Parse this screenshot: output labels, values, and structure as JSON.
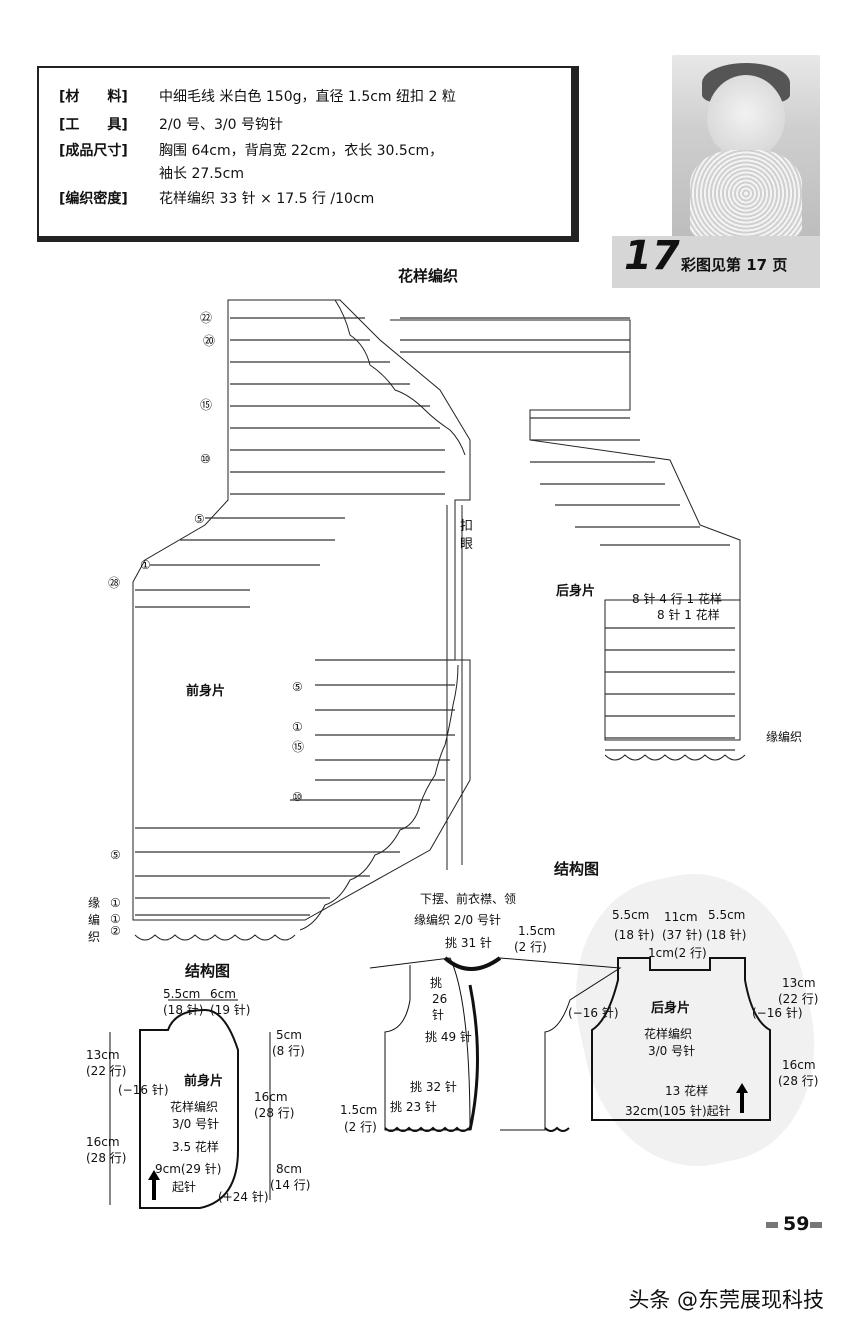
{
  "materials": [
    {
      "label": "[材　　料]",
      "value": "中细毛线  米白色 150g，直径 1.5cm 纽扣 2 粒"
    },
    {
      "label": "[工　　具]",
      "value": "2/0 号、3/0 号钩针"
    },
    {
      "label": "[成品尺寸]",
      "value": "胸围 64cm，背肩宽 22cm，衣长 30.5cm，"
    },
    {
      "label": "",
      "value": "袖长 27.5cm"
    },
    {
      "label": "[编织密度]",
      "value": "花样编织  33 针 × 17.5 行 /10cm"
    }
  ],
  "project_number": "17",
  "color_ref": "彩图见第 17 页",
  "pattern_title": "花样编织",
  "buttonhole_label": "扣眼",
  "front_label": "前身片",
  "back_label": "后身片",
  "back_repeat_1": "8 针 4 行 1 花样",
  "back_repeat_2": "8 针 1 花样",
  "edge_label": "缘编织",
  "edge_label_chars": [
    "缘",
    "编",
    "织"
  ],
  "row_markers_left": [
    "㉒",
    "⑳",
    "⑮",
    "⑩",
    "⑤",
    "①",
    "㉘",
    "⑤",
    "①",
    "⑮",
    "⑩",
    "⑤",
    "①",
    "①",
    "②"
  ],
  "structure_title": "结构图",
  "front_struct": {
    "top_w1": "5.5cm",
    "top_w1_rows": "(18 针)",
    "top_w2": "6cm",
    "top_w2_rows": "(19 针)",
    "left_h1": "13cm",
    "left_h1_rows": "(22 行)",
    "dec": "(−16 针)",
    "left_h2": "16cm",
    "left_h2_rows": "(28 行)",
    "right_h1": "5cm",
    "right_h1_rows": "(8 行)",
    "right_h2": "16cm",
    "right_h2_rows": "(28 行)",
    "right_h3": "8cm",
    "right_h3_rows": "(14 行)",
    "name": "前身片",
    "pattern": "花样编织",
    "hook": "3/0 号针",
    "repeats": "3.5 花样",
    "start": "9cm(29 针)",
    "start2": "起针",
    "inc": "(+24 针)"
  },
  "assembly": {
    "title": "结构图",
    "sub1": "下摆、前衣襟、领",
    "sub2": "缘编织 2/0 号针",
    "band": "1.5cm",
    "band_rows": "(2 行)",
    "pick1": "挑 31 针",
    "pick2": "挑",
    "pick2b": "26",
    "pick2c": "针",
    "pick3": "挑 49 针",
    "pick4": "挑 32 针",
    "pick5": "挑 23 针",
    "hem": "1.5cm",
    "hem_rows": "(2 行)"
  },
  "back_struct": {
    "w1": "5.5cm",
    "w1_rows": "(18 针)",
    "w2": "11cm",
    "w2_rows": "(37 针)",
    "w3": "5.5cm",
    "w3_rows": "(18 针)",
    "neck": "1cm(2 行)",
    "dec_l": "(−16 针)",
    "dec_r": "(−16 针)",
    "h1": "13cm",
    "h1_rows": "(22 行)",
    "h2": "16cm",
    "h2_rows": "(28 行)",
    "name": "后身片",
    "pattern": "花样编织",
    "hook": "3/0 号针",
    "repeats": "13 花样",
    "start": "32cm(105 针)起针"
  },
  "page_number": "59",
  "footer": "头条 @东莞展现科技"
}
